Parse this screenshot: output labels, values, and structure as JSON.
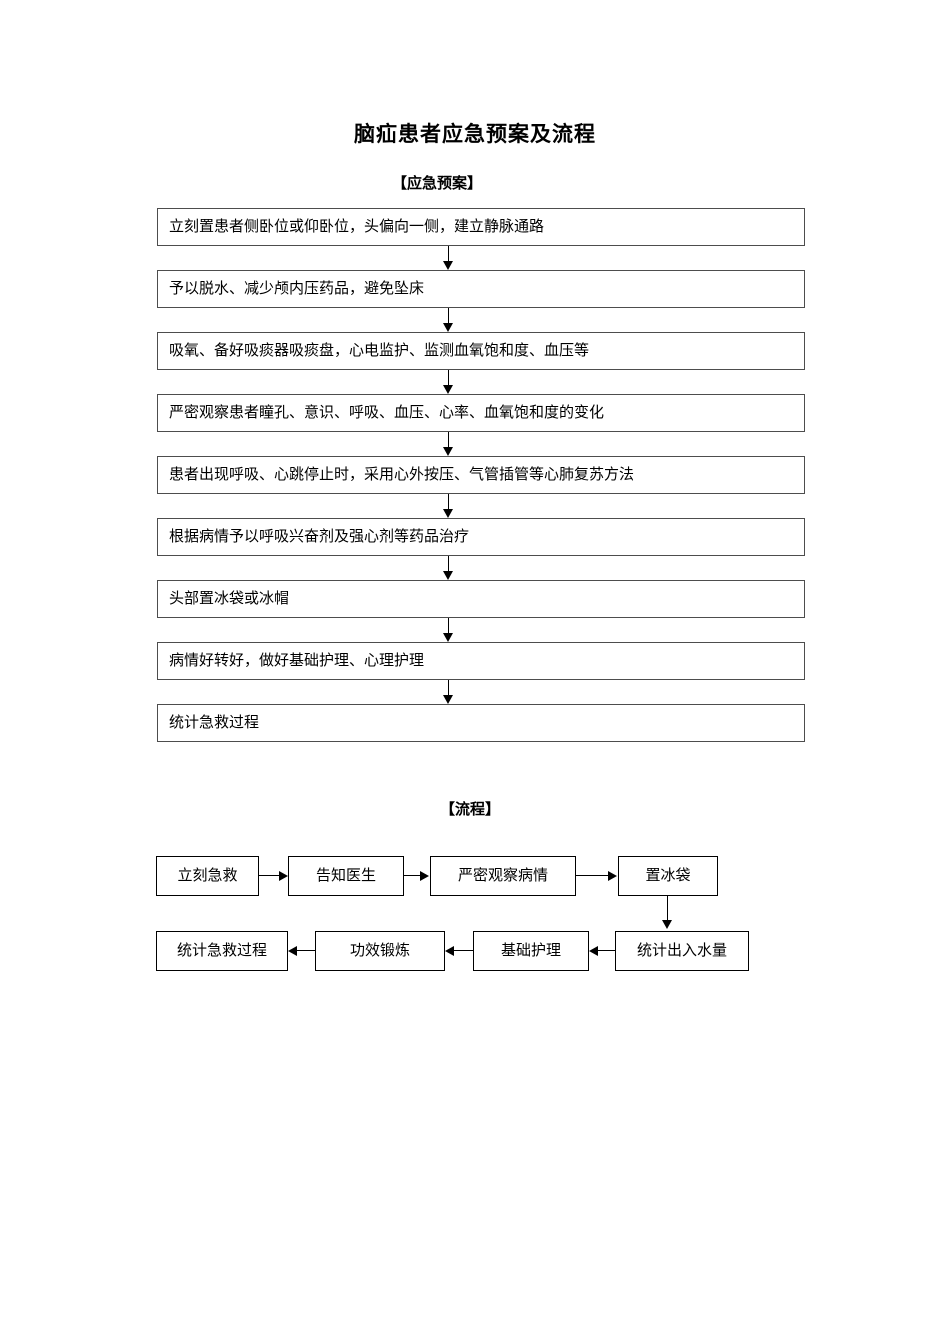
{
  "document": {
    "title": "脑疝患者应急预案及流程"
  },
  "sections": {
    "plan": {
      "label": "【应急预案】",
      "steps": [
        "立刻置患者侧卧位或仰卧位，头偏向一侧，建立静脉通路",
        "予以脱水、减少颅内压药品，避免坠床",
        "吸氧、备好吸痰器吸痰盘，心电监护、监测血氧饱和度、血压等",
        "严密观察患者瞳孔、意识、呼吸、血压、心率、血氧饱和度的变化",
        "患者出现呼吸、心跳停止时，采用心外按压、气管插管等心肺复苏方法",
        "根据病情予以呼吸兴奋剂及强心剂等药品治疗",
        "头部置冰袋或冰帽",
        "病情好转好，做好基础护理、心理护理",
        "统计急救过程"
      ]
    },
    "flow": {
      "label": "【流程】",
      "top_row": [
        "立刻急救",
        "告知医生",
        "严密观察病情",
        "置冰袋"
      ],
      "bottom_row": [
        "统计急救过程",
        "功效锻炼",
        "基础护理",
        "统计出入水量"
      ],
      "connectors": [
        {
          "from": "立刻急救",
          "to": "告知医生",
          "direction": "right"
        },
        {
          "from": "告知医生",
          "to": "严密观察病情",
          "direction": "right"
        },
        {
          "from": "严密观察病情",
          "to": "置冰袋",
          "direction": "right"
        },
        {
          "from": "置冰袋",
          "to": "统计出入水量",
          "direction": "down"
        },
        {
          "from": "统计出入水量",
          "to": "基础护理",
          "direction": "left"
        },
        {
          "from": "基础护理",
          "to": "功效锻炼",
          "direction": "left"
        },
        {
          "from": "功效锻炼",
          "to": "统计急救过程",
          "direction": "left"
        }
      ]
    }
  },
  "colors": {
    "page_background": "#ffffff",
    "text": "#000000",
    "plan_box_border": "#4d4d4d",
    "flow_box_border": "#000000",
    "arrow": "#000000"
  }
}
